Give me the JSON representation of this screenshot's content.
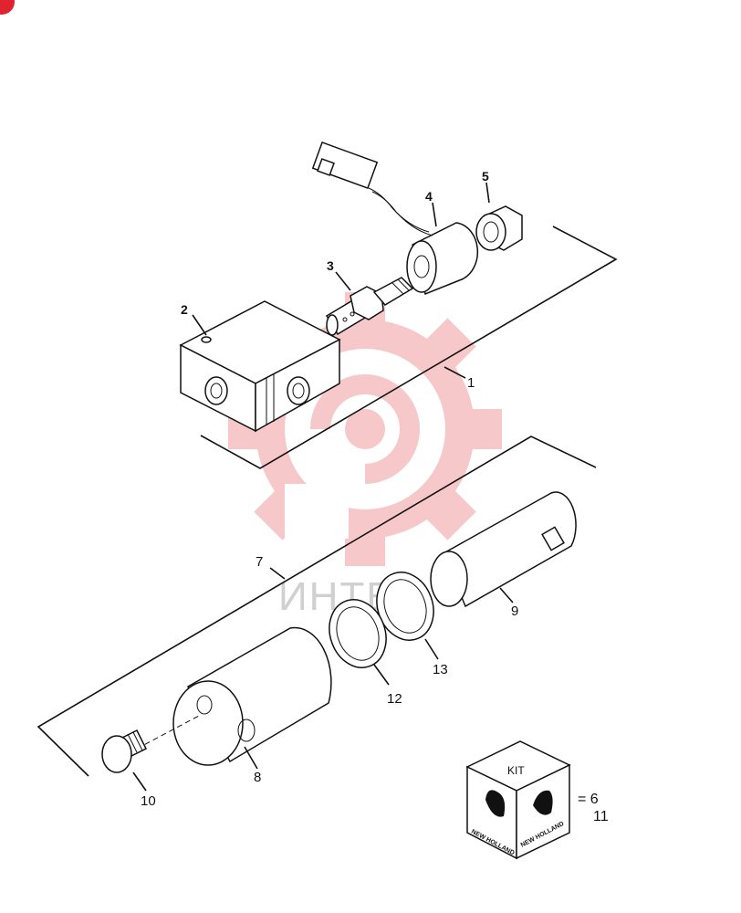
{
  "watermark": {
    "text": "ИНТЕХ",
    "color": "#f4b6b8"
  },
  "callouts": {
    "p1": "1",
    "p2": "2",
    "p3": "3",
    "p4": "4",
    "p5": "5",
    "p7": "7",
    "p8": "8",
    "p9": "9",
    "p10": "10",
    "p12": "12",
    "p13": "13"
  },
  "kit": {
    "label": "KIT",
    "brand": "NEW HOLLAND",
    "equals": "= 6",
    "second": "11"
  },
  "corner_badge_color": "#e0232e"
}
